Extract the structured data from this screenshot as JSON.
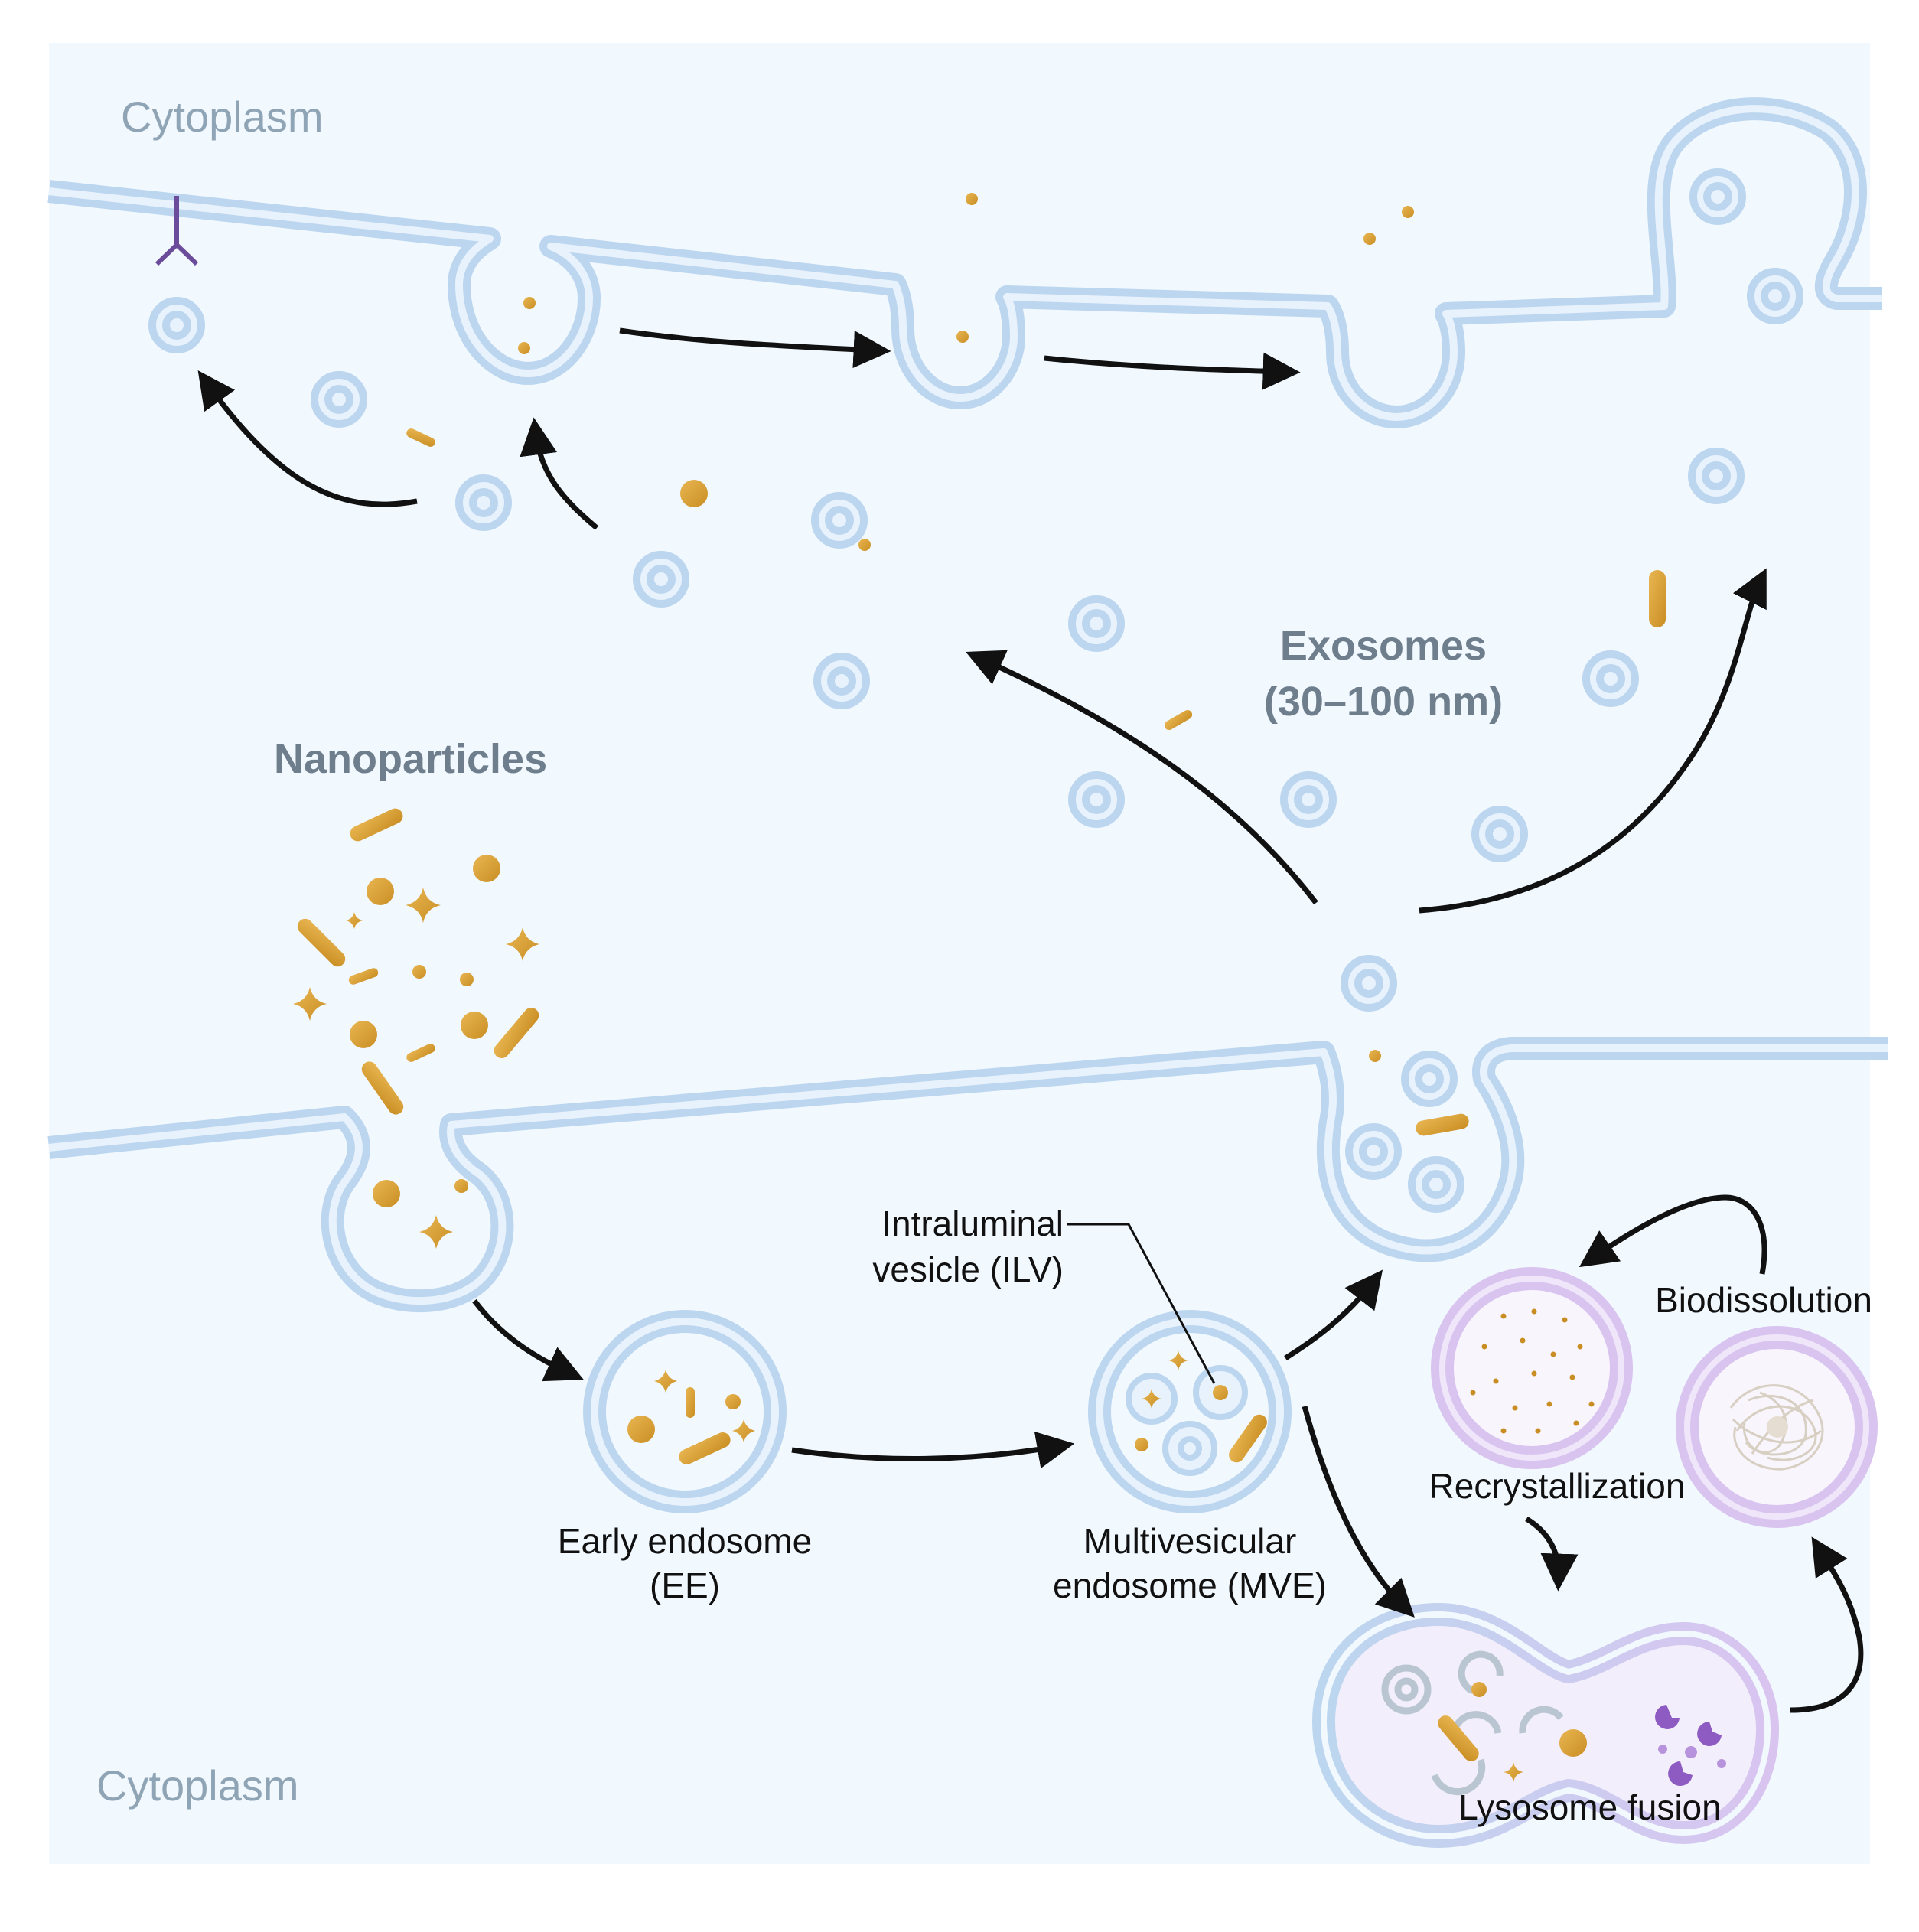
{
  "labels": {
    "cytoplasm_top": "Cytoplasm",
    "cytoplasm_bottom": "Cytoplasm",
    "nanoparticles": "Nanoparticles",
    "exosomes_line1": "Exosomes",
    "exosomes_line2": "(30–100 nm)",
    "ilv_line1": "Intraluminal",
    "ilv_line2": "vesicle (ILV)",
    "ee_line1": "Early endosome",
    "ee_line2": "(EE)",
    "mve_line1": "Multivesicular",
    "mve_line2": "endosome (MVE)",
    "biodissolution": "Biodissolution",
    "recrystallization": "Recrystallization",
    "lysosome_fusion": "Lysosome fusion"
  },
  "colors": {
    "background": "#F1F8FE",
    "membrane_outer": "#BCD6EF",
    "membrane_inner": "#E8F2FC",
    "nanoparticle": "#D9A23A",
    "lysosome": "#CDB6E8",
    "enzyme": "#8E5BC2",
    "arrow": "#111111"
  }
}
